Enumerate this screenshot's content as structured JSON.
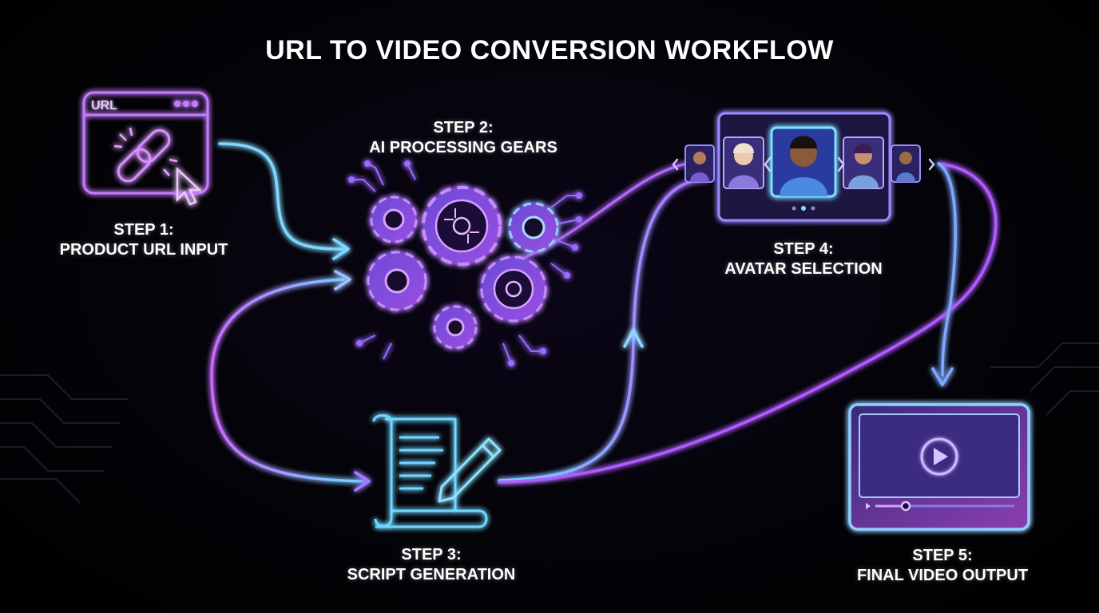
{
  "title": "URL TO VIDEO CONVERSION WORKFLOW",
  "colors": {
    "cyan": "#5fd3ff",
    "purple": "#b46bff",
    "magenta": "#d36bff",
    "background": "#000000"
  },
  "steps": [
    {
      "step": "STEP 1:",
      "name": "PRODUCT URL INPUT",
      "icon": "browser-url-link-icon"
    },
    {
      "step": "STEP 2:",
      "name": "AI PROCESSING GEARS",
      "icon": "gears-icon"
    },
    {
      "step": "STEP 3:",
      "name": "SCRIPT GENERATION",
      "icon": "script-scroll-pencil-icon"
    },
    {
      "step": "STEP 4:",
      "name": "AVATAR SELECTION",
      "icon": "avatar-carousel-icon"
    },
    {
      "step": "STEP 5:",
      "name": "FINAL VIDEO OUTPUT",
      "icon": "video-player-icon"
    }
  ],
  "browser_text": "URL"
}
